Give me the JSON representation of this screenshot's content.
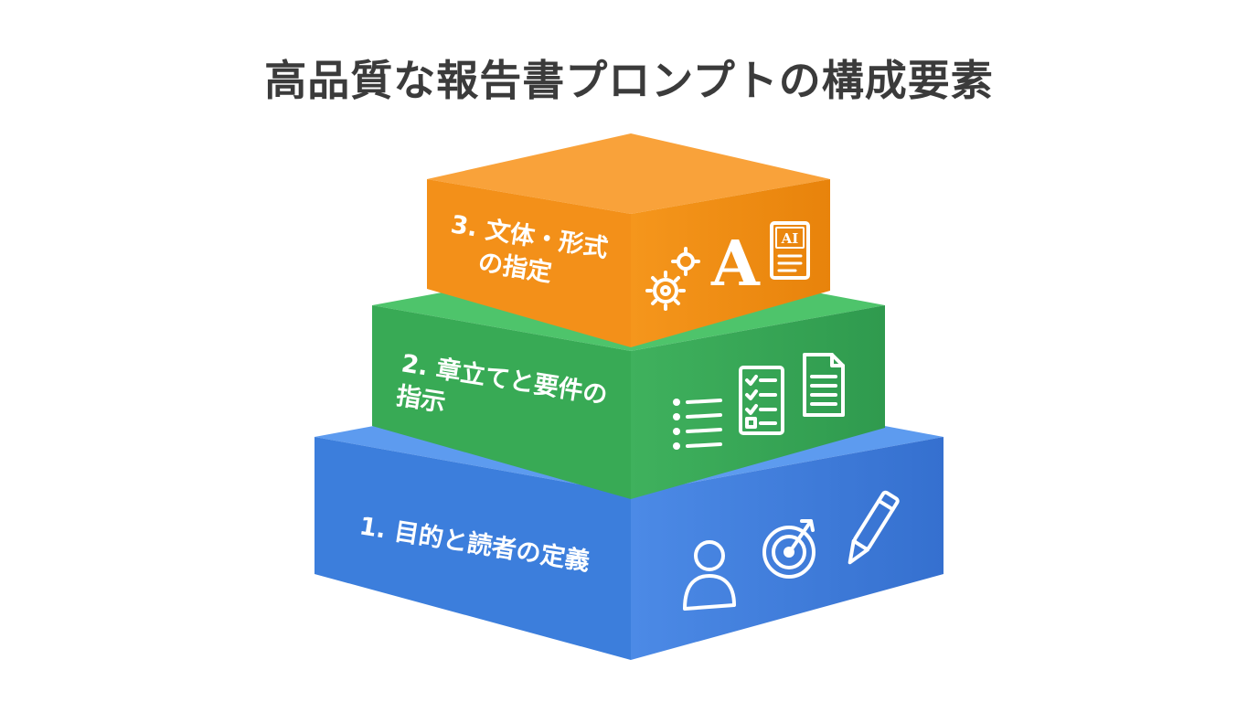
{
  "title": "高品質な報告書プロンプトの構成要素",
  "layers": [
    {
      "label_lines": [
        "1. 目的と読者の定義"
      ],
      "color": "#3b78d8",
      "icons": [
        "person-icon",
        "target-icon",
        "pen-icon"
      ]
    },
    {
      "label_lines": [
        "2. 章立てと要件の",
        "指示"
      ],
      "color": "#34a853",
      "icons": [
        "list-icon",
        "checklist-icon",
        "document-icon"
      ]
    },
    {
      "label_lines": [
        "3. 文体・形式",
        "の指定"
      ],
      "color": "#f08a0c",
      "icons": [
        "gears-icon",
        "letter-a-icon",
        "ai-document-icon"
      ],
      "letter_a": "A",
      "ai_text": "AI"
    }
  ]
}
